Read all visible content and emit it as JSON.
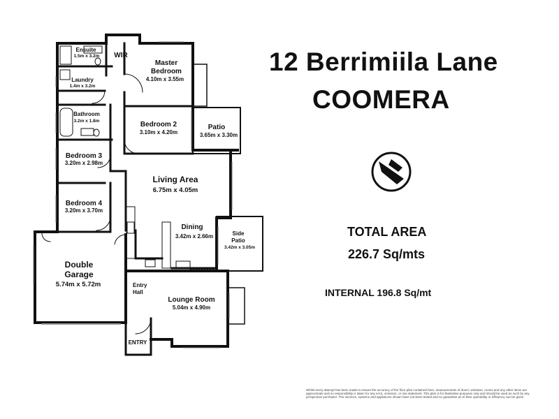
{
  "address": {
    "street": "12  Berrimiila Lane",
    "suburb": "COOMERA"
  },
  "area": {
    "total_label": "TOTAL AREA",
    "total_value": "226.7 Sq/mts",
    "internal": "INTERNAL  196.8 Sq/mt"
  },
  "rooms": {
    "ensuite": {
      "name": "Ensuite",
      "dims": "1.5m x 3.2m"
    },
    "wir": {
      "name": "WIR"
    },
    "master": {
      "name": "Master",
      "name2": "Bedroom",
      "dims": "4.10m x 3.55m"
    },
    "laundry": {
      "name": "Laundry",
      "dims": "1.4m x 3.2m"
    },
    "bathroom": {
      "name": "Bathroom",
      "dims": "3.2m x 1.8m"
    },
    "bedroom2": {
      "name": "Bedroom 2",
      "dims": "3.10m x 4.20m"
    },
    "patio": {
      "name": "Patio",
      "dims": "3.65m x 3.30m"
    },
    "bedroom3": {
      "name": "Bedroom 3",
      "dims": "3.20m x 2.98m"
    },
    "living": {
      "name": "Living Area",
      "dims": "6.75m x 4.05m"
    },
    "bedroom4": {
      "name": "Bedroom 4",
      "dims": "3.20m x 3.70m"
    },
    "dining": {
      "name": "Dining",
      "dims": "3.42m x 2.66m"
    },
    "side_patio": {
      "name": "Side",
      "name2": "Patio",
      "dims": "3.42m x 3.05m"
    },
    "garage": {
      "name": "Double",
      "name2": "Garage",
      "dims": "5.74m x 5.72m"
    },
    "entry_hall": {
      "name": "Entry",
      "name2": "Hall"
    },
    "lounge": {
      "name": "Lounge Room",
      "dims": "5.04m x 4.90m"
    },
    "entry": {
      "name": "ENTRY"
    }
  },
  "disclaimer": "Whilst every attempt has been made to ensure the accuracy of the floor plan contained here, measurements of doors, windows, rooms and any other items are approximate and no responsibility is taken for any error, omission, or mis-statement. This plan is for illustrative purposes only and should be used as such by any prospective purchaser. The services, systems and appliances shown have not been tested and no guarantee as to their operability or efficiency can be given"
}
